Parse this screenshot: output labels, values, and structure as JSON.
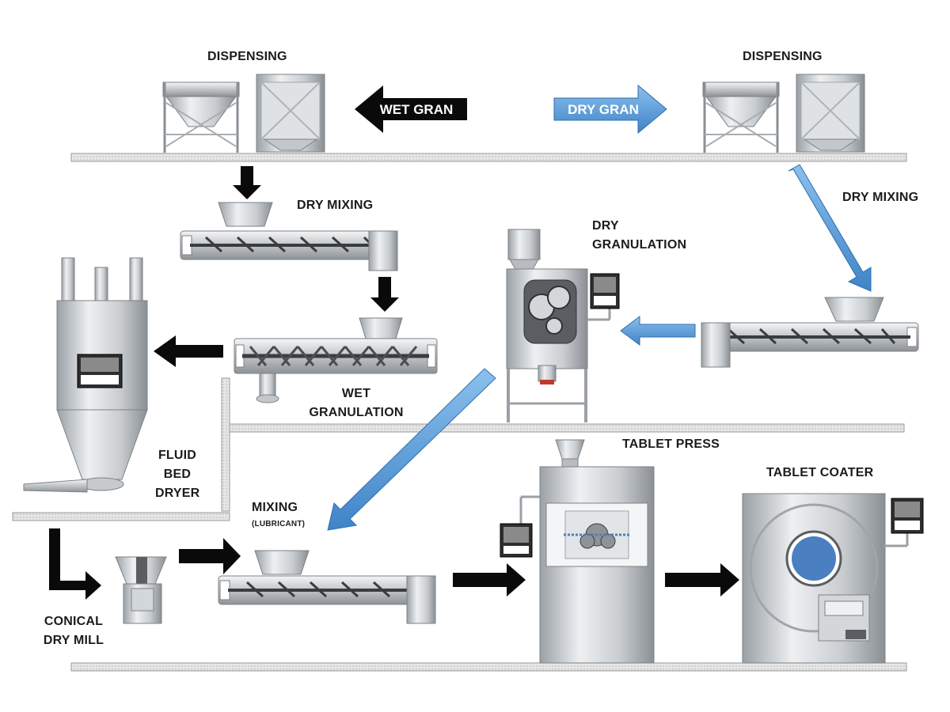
{
  "labels": {
    "dispensing_left": "DISPENSING",
    "dispensing_right": "DISPENSING",
    "wet_gran_arrow": "WET GRAN",
    "dry_gran_arrow": "DRY GRAN",
    "dry_mixing_left": "DRY MIXING",
    "dry_mixing_right": "DRY MIXING",
    "dry_granulation": [
      "DRY",
      "GRANULATION"
    ],
    "wet_granulation": [
      "WET",
      "GRANULATION"
    ],
    "fluid_bed_dryer": [
      "FLUID",
      "BED",
      "DRYER"
    ],
    "mixing": "MIXING",
    "mixing_sub": "(LUBRICANT)",
    "tablet_press": "TABLET PRESS",
    "tablet_coater": "TABLET COATER",
    "conical_dry_mill": [
      "CONICAL",
      "DRY MILL"
    ]
  },
  "colors": {
    "black_arrow": "#0a0a0a",
    "blue_arrow": "#5b9bd5",
    "blue_arrow_edge": "#2f6fae",
    "steel_light": "#eef0f2",
    "steel_mid": "#b4b9be",
    "steel_dark": "#6a6f75",
    "conveyor": "#d9d9d9",
    "coater_window": "#4a7fc1"
  }
}
